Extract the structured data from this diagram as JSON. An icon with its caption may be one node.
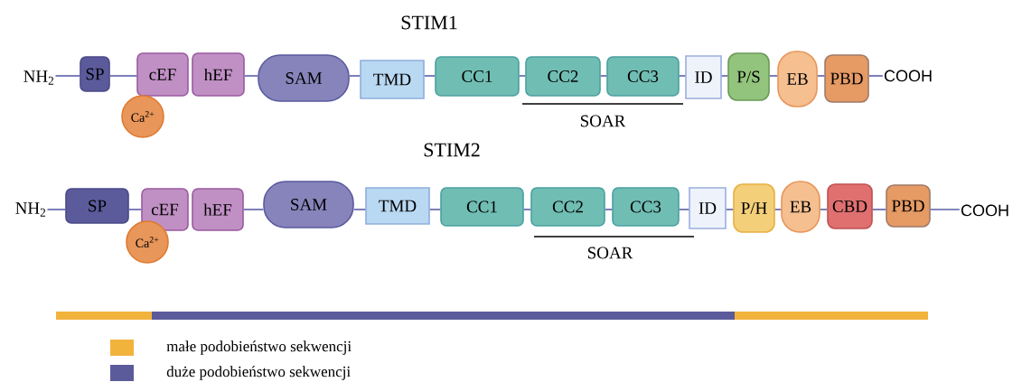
{
  "diagram": {
    "nodes": [
      {
        "text": [
          "NH$_{2}$"
        ]
      },
      {
        "text": [
          "SP"
        ]
      },
      {
        "text": [
          "cEF"
        ]
      },
      {
        "text": [
          "hEF"
        ]
      },
      {
        "text": [
          "SAM"
        ]
      },
      {
        "text": [
          "TMD"
        ]
      },
      {
        "text": [
          "CC1"
        ]
      },
      {
        "text": [
          "CC2"
        ]
      },
      {
        "text": [
          "CC3"
        ]
      },
      {
        "text": [
          "ID"
        ]
      },
      {
        "text": [
          "P/S"
        ]
      },
      {
        "text": [
          "EB"
        ]
      },
      {
        "text": [
          "PBD"
        ]
      },
      {
        "text": [
          "COOH"
        ]
      },
      {
        "text": [
          "Ca$^{2+}$"
        ]
      },
      {
        "text": [
          "NH$_{2}$"
        ]
      },
      {
        "text": [
          "SP"
        ]
      },
      {
        "text": [
          "cEF"
        ]
      },
      {
        "text": [
          "hEF"
        ]
      },
      {
        "text": [
          "SAM"
        ]
      },
      {
        "text": [
          "TMD"
        ]
      },
      {
        "text": [
          "CC1"
        ]
      },
      {
        "text": [
          "CC2"
        ]
      },
      {
        "text": [
          "CC3"
        ]
      },
      {
        "text": [
          "ID"
        ]
      },
      {
        "text": [
          "P/H"
        ]
      },
      {
        "text": [
          "EB"
        ]
      },
      {
        "text": [
          "CBD"
        ]
      },
      {
        "text": [
          "PBD"
        ]
      },
      {
        "text": [
          "COOH"
        ]
      },
      {
        "text": [
          "Ca$^{2+}$"
        ]
      }
    ],
    "edges": [
      {
        "from": 0,
        "to": 1,
        "arrow": "none"
      },
      {
        "from": 1,
        "to": 2,
        "arrow": "none"
      },
      {
        "from": 3,
        "to": 4,
        "arrow": "none"
      },
      {
        "from": 4,
        "to": 5,
        "arrow": "none"
      },
      {
        "from": 5,
        "to": 6,
        "arrow": "none"
      },
      {
        "from": 6,
        "to": 7,
        "arrow": "none"
      },
      {
        "from": 7,
        "to": 8,
        "arrow": "none"
      },
      {
        "from": 8,
        "to": 9,
        "arrow": "none"
      },
      {
        "from": 9,
        "to": 10,
        "arrow": "none"
      },
      {
        "from": 10,
        "to": 11,
        "arrow": "none"
      },
      {
        "from": 11,
        "to": 12,
        "arrow": "none"
      },
      {
        "from": 12,
        "to": 13,
        "arrow": "none"
      },
      {
        "from": 15,
        "to": 16,
        "arrow": "none"
      },
      {
        "from": 16,
        "to": 17,
        "arrow": "none"
      },
      {
        "from": 18,
        "to": 19,
        "arrow": "none"
      },
      {
        "from": 19,
        "to": 20,
        "arrow": "none"
      },
      {
        "from": 20,
        "to": 21,
        "arrow": "none"
      },
      {
        "from": 21,
        "to": 22,
        "arrow": "none"
      },
      {
        "from": 22,
        "to": 23,
        "arrow": "none"
      },
      {
        "from": 23,
        "to": 24,
        "arrow": "none"
      },
      {
        "from": 24,
        "to": 25,
        "arrow": "none"
      },
      {
        "from": 25,
        "to": 26,
        "arrow": "none"
      },
      {
        "from": 26,
        "to": 27,
        "arrow": "none"
      },
      {
        "from": 27,
        "to": 28,
        "arrow": "none"
      },
      {
        "from": 28,
        "to": 29,
        "arrow": "none"
      }
    ],
    "labels": [
      "STIM1",
      "SOAR",
      "STIM2",
      "SOAR"
    ],
    "legend": [
      {
        "text": "małe podobieństwo sekwencji",
        "color": "#f2b33d"
      },
      {
        "text": "duże podobieństwo sekwencji",
        "color": "#5b5b9c"
      }
    ]
  }
}
